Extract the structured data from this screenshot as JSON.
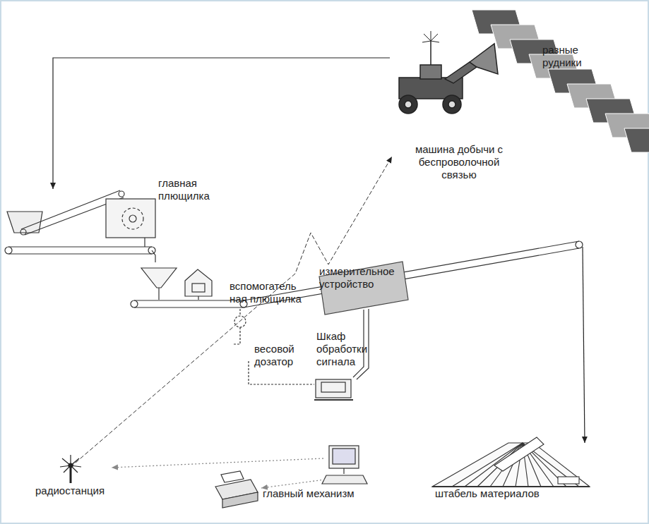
{
  "diagram": {
    "labels": [
      "разные рудники",
      "машина добычи с беспроволочной связью",
      "главная плющилка",
      "измерительное устройство",
      "вспомогатель ная плющилка",
      "Шкаф обработки сигнала",
      "весовой дозатор",
      "радиостанция",
      "главный механизм",
      "штабель материалов"
    ]
  }
}
